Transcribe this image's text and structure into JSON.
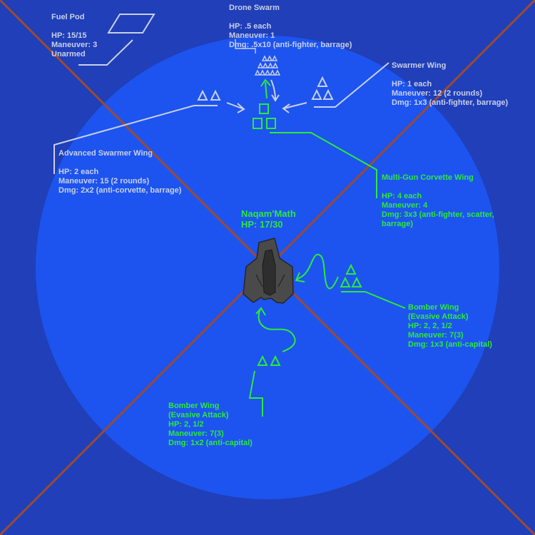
{
  "colors": {
    "background": "#203fb8",
    "range_circle": "#1d54ef",
    "cross_lines": "#9b4a35",
    "friendly": "#2bea3c",
    "enemy": "#c8d0e8",
    "ship_hull": "#4a4a4a"
  },
  "flagship": {
    "name": "Naqam'Math",
    "hp": "HP: 17/30"
  },
  "units": {
    "fuel_pod": {
      "title": "Fuel Pod",
      "lines": [
        "HP: 15/15",
        "Maneuver: 3",
        "Unarmed"
      ]
    },
    "drone_swarm": {
      "title": "Drone Swarm",
      "lines": [
        "HP: .5 each",
        "Maneuver: 1",
        "Dmg: .5x10 (anti-fighter, barrage)"
      ]
    },
    "swarmer_wing": {
      "title": "Swarmer Wing",
      "lines": [
        "HP: 1 each",
        "Maneuver: 12 (2 rounds)",
        "Dmg: 1x3 (anti-fighter, barrage)"
      ]
    },
    "advanced_swarmer_wing": {
      "title": "Advanced Swarmer Wing",
      "lines": [
        "HP: 2 each",
        "Maneuver: 15 (2 rounds)",
        "Dmg: 2x2 (anti-corvette, barrage)"
      ]
    },
    "corvette_wing": {
      "title": "Multi-Gun Corvette Wing",
      "lines": [
        "HP: 4 each",
        "Maneuver: 4",
        "Dmg: 3x3 (anti-fighter, scatter,",
        "barrage)"
      ]
    },
    "bomber_wing_right": {
      "title": "Bomber Wing",
      "lines": [
        "(Evasive Attack)",
        "HP:  2, 2, 1/2",
        "Maneuver: 7(3)",
        "Dmg: 1x3 (anti-capital)"
      ]
    },
    "bomber_wing_bottom": {
      "title": "Bomber Wing",
      "lines": [
        "(Evasive Attack)",
        "HP:  2, 1/2",
        "Maneuver: 7(3)",
        "Dmg: 1x2 (anti-capital)"
      ]
    }
  }
}
